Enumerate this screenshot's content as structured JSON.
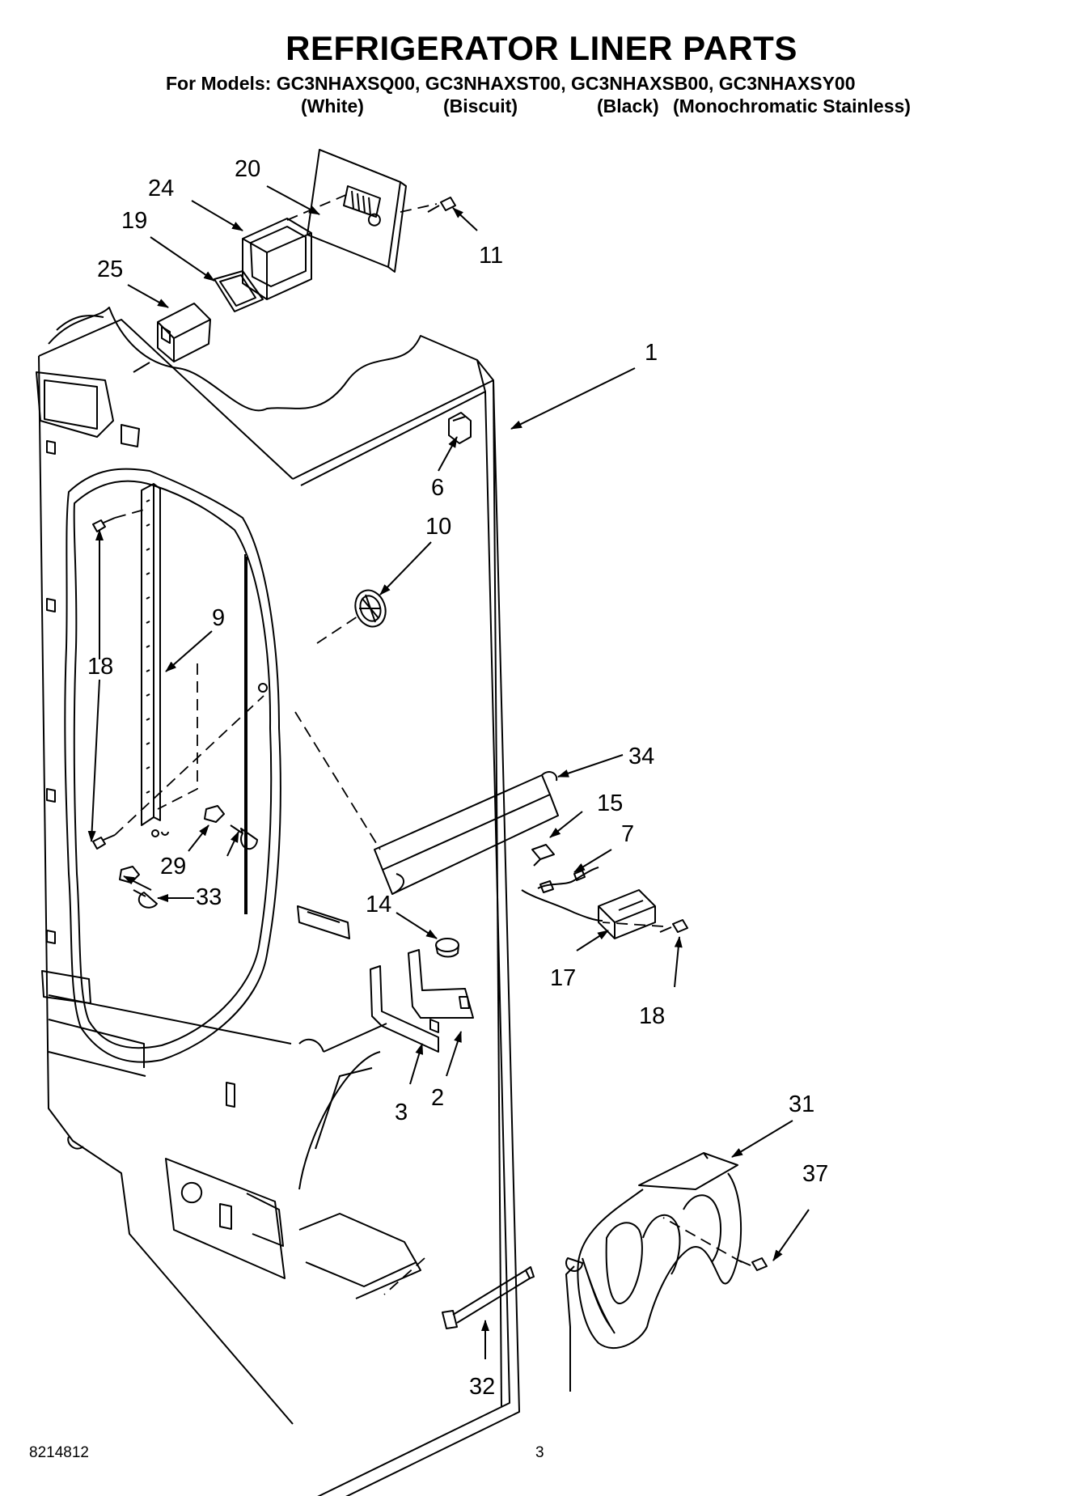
{
  "header": {
    "title": "REFRIGERATOR LINER PARTS",
    "models_line": "For Models: GC3NHAXSQ00, GC3NHAXST00, GC3NHAXSB00, GC3NHAXSY00",
    "variants": [
      "(White)",
      "(Biscuit)",
      "(Black)",
      "(Monochromatic Stainless)"
    ]
  },
  "callouts": [
    "20",
    "24",
    "19",
    "25",
    "11",
    "1",
    "6",
    "10",
    "9",
    "18",
    "34",
    "15",
    "7",
    "14",
    "17",
    "18",
    "29",
    "33",
    "3",
    "2",
    "31",
    "37",
    "32"
  ],
  "footer": {
    "doc_number": "8214812",
    "page_number": "3"
  }
}
